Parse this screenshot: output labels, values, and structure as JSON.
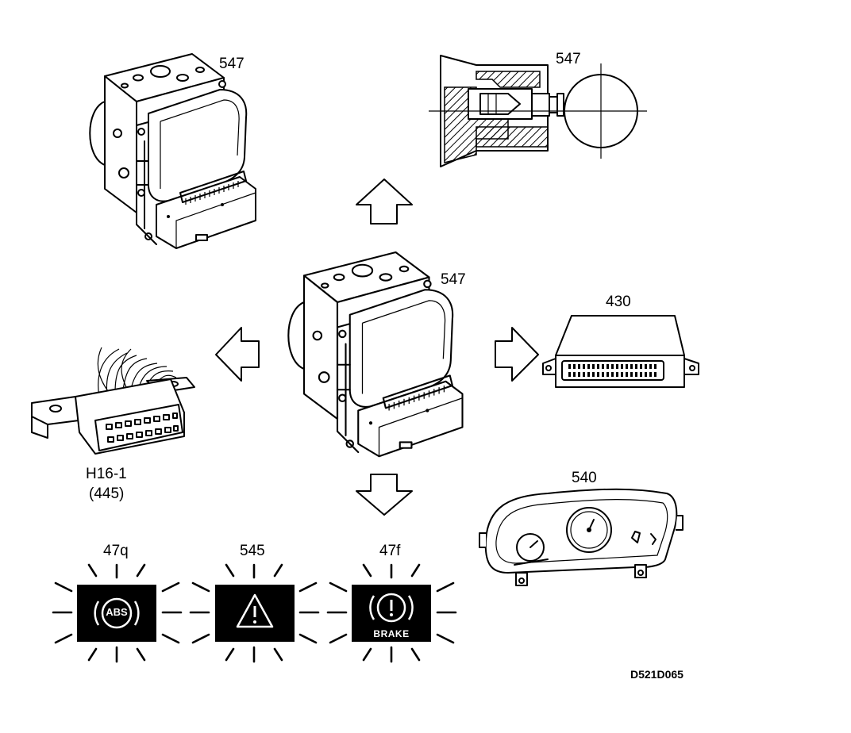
{
  "labels": {
    "abs_unit_top": "547",
    "valve_section": "547",
    "abs_unit_center": "547",
    "control_module": "430",
    "diagnostic_connector": "H16-1",
    "diagnostic_connector_ref": "(445)",
    "instrument_cluster": "540",
    "abs_warning_lamp": "47q",
    "general_warning_lamp": "545",
    "brake_warning_lamp": "47f",
    "abs_lamp_text": "ABS",
    "brake_lamp_text": "BRAKE",
    "drawing_code": "D521D065"
  },
  "colors": {
    "ink": "#000000",
    "paper": "#ffffff"
  },
  "icons": [
    "abs-unit-icon",
    "valve-cross-section-icon",
    "control-module-icon",
    "diagnostic-connector-icon",
    "instrument-cluster-icon",
    "abs-warning-icon",
    "warning-triangle-icon",
    "brake-warning-icon",
    "arrow-up-icon",
    "arrow-down-icon",
    "arrow-left-icon",
    "arrow-right-icon"
  ]
}
